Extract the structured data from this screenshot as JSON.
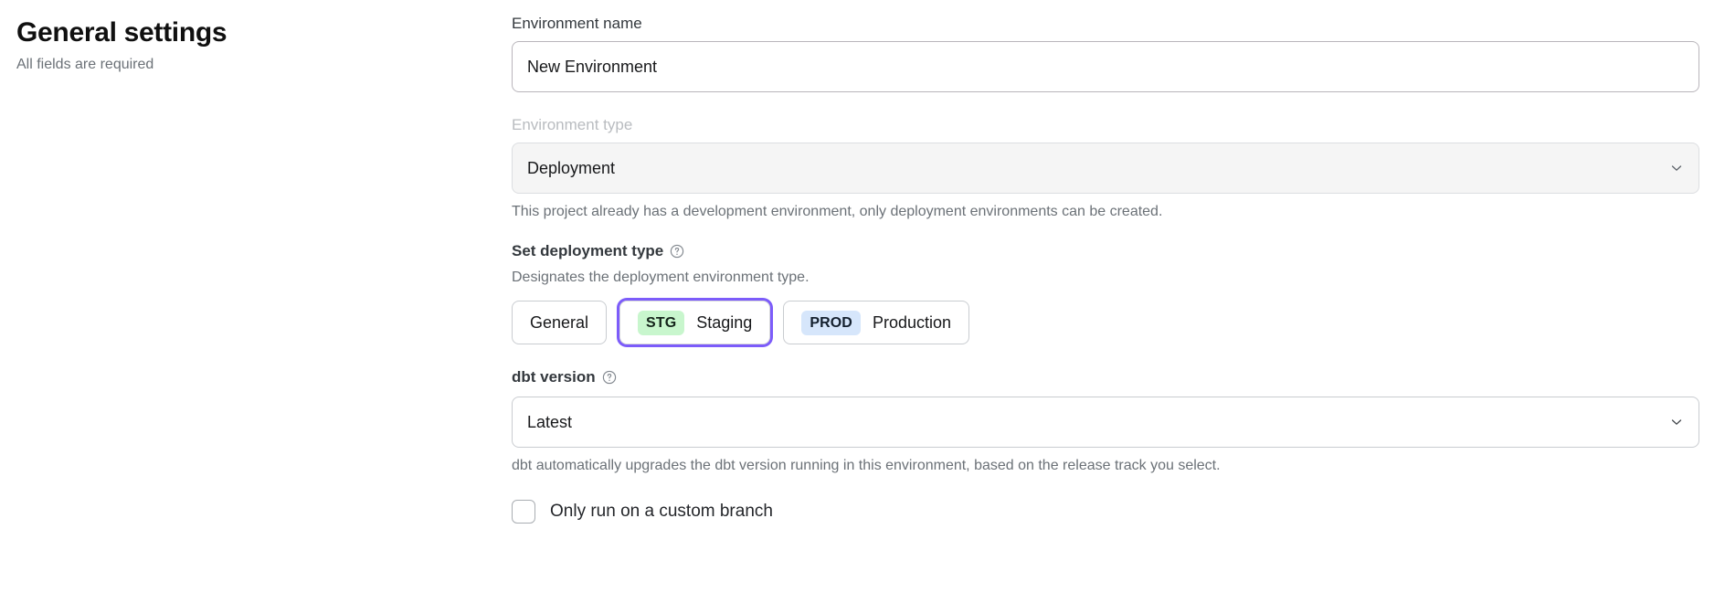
{
  "header": {
    "title": "General settings",
    "subtitle": "All fields are required"
  },
  "form": {
    "environment_name": {
      "label": "Environment name",
      "value": "New Environment",
      "placeholder": "Environment name"
    },
    "environment_type": {
      "label": "Environment type",
      "value": "Deployment",
      "help_text": "This project already has a development environment, only deployment environments can be created.",
      "chevron_icon": "chevron-down-icon",
      "disabled": true
    },
    "deployment_type": {
      "label": "Set deployment type",
      "help_icon": "question-circle-icon",
      "description": "Designates the deployment environment type.",
      "options": [
        {
          "badge": "",
          "label": "General",
          "selected": false
        },
        {
          "badge": "STG",
          "label": "Staging",
          "selected": true
        },
        {
          "badge": "PROD",
          "label": "Production",
          "selected": false
        }
      ]
    },
    "dbt_version": {
      "label": "dbt version",
      "help_icon": "question-circle-icon",
      "value": "Latest",
      "chevron_icon": "chevron-down-icon",
      "help_text": "dbt automatically upgrades the dbt version running in this environment, based on the release track you select."
    },
    "custom_branch": {
      "label": "Only run on a custom branch",
      "checked": false
    }
  },
  "colors": {
    "focus_ring": "#7c5cfa",
    "badge_staging_bg": "#c8f6cd",
    "badge_production_bg": "#d6e6fb",
    "muted_text": "#6b7177",
    "disabled_label": "#b9bcc0"
  }
}
